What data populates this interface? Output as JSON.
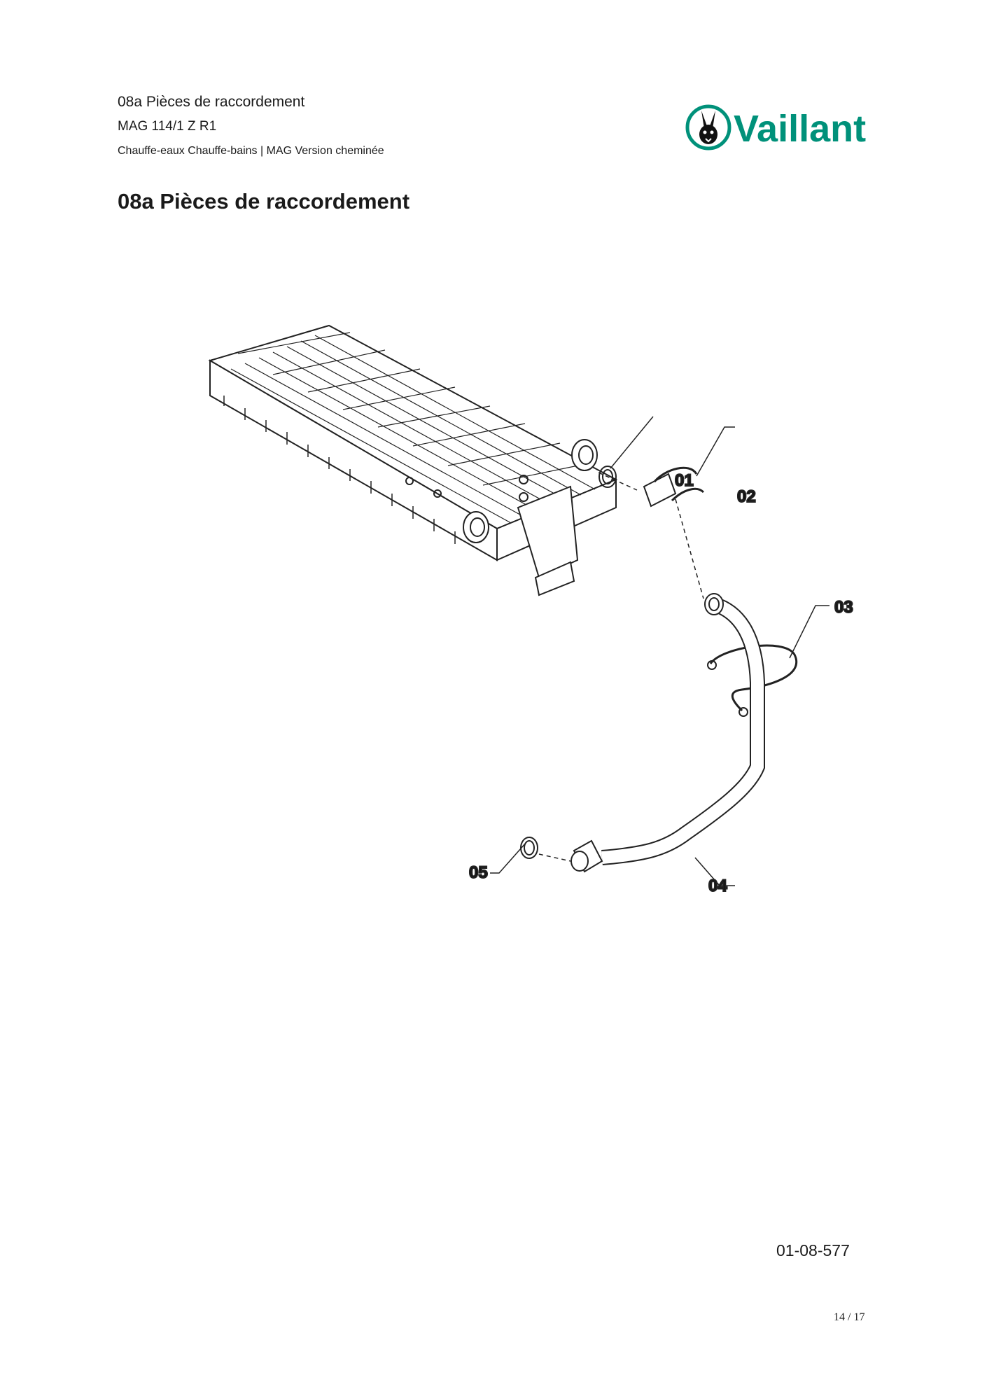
{
  "header": {
    "section": "08a Pièces de raccordement",
    "model": "MAG 114/1 Z R1",
    "category": "Chauffe-eaux Chauffe-bains | MAG Version cheminée"
  },
  "brand": {
    "name": "Vaillant",
    "color": "#00917a",
    "icon": "hare-icon"
  },
  "page_title": "08a Pièces de raccordement",
  "callouts": {
    "c01": "01",
    "c02": "02",
    "c03": "03",
    "c04": "04",
    "c05": "05"
  },
  "drawing_ref": "01-08-577",
  "page_number": "14 / 17"
}
